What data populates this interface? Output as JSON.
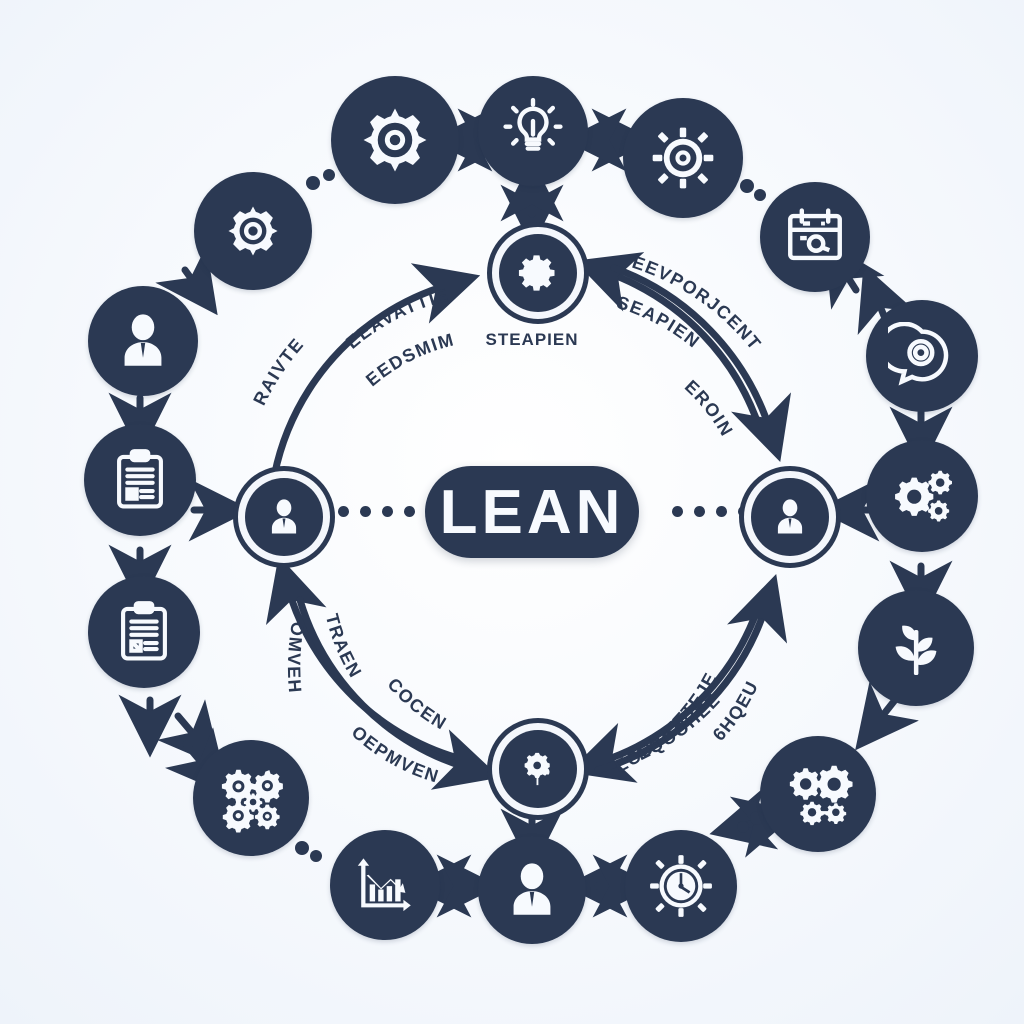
{
  "diagram": {
    "title_center": "LEAN",
    "background_color": "#f4f7fc",
    "accent_color": "#2b3953",
    "icon_color": "#f7fafe",
    "type": "circular-cycle-infographic"
  },
  "center": {
    "label": "LEAN"
  },
  "hub_nodes": [
    {
      "id": "hub-top",
      "icon": "gear-icon",
      "caption": "STEAPIEN"
    },
    {
      "id": "hub-left",
      "icon": "person-icon",
      "caption": ""
    },
    {
      "id": "hub-right",
      "icon": "person-icon",
      "caption": ""
    },
    {
      "id": "hub-bottom",
      "icon": "gear-leaf-icon",
      "caption": ""
    }
  ],
  "curve_labels": {
    "top_left_outer": "RAIVTE",
    "top_left_inner_upper": "EEAVATTIEN",
    "top_left_inner_lower": "EEDSMIMI",
    "top_right_outer": "EEVPORJCENT",
    "top_right_inner_upper": "SEAPIEN",
    "top_right_inner_lower": "EROIN",
    "bottom_left_outer": "OMVEH",
    "bottom_left_inner_upper": "TRAEN",
    "bottom_left_inner_mid": "COCEN",
    "bottom_left_inner_lower": "OEPMVEN",
    "bottom_right_outer": "EQOOHEE",
    "bottom_right_inner_upper": "ECOVIETTEJE",
    "bottom_right_inner_lower": "6HQEU"
  },
  "outer_nodes": [
    {
      "id": "outer-1",
      "icon": "gear-icon",
      "label": "gear"
    },
    {
      "id": "outer-2",
      "icon": "gear-icon",
      "label": "gear"
    },
    {
      "id": "outer-3",
      "icon": "lightbulb-icon",
      "label": "lightbulb"
    },
    {
      "id": "outer-4",
      "icon": "gear-cog-icon",
      "label": "cog"
    },
    {
      "id": "outer-5",
      "icon": "calendar-icon",
      "label": "calendar"
    },
    {
      "id": "outer-6",
      "icon": "search-bubble-icon",
      "label": "search-bubble"
    },
    {
      "id": "outer-7",
      "icon": "gears-cluster-icon",
      "label": "gears"
    },
    {
      "id": "outer-8",
      "icon": "plant-icon",
      "label": "plant"
    },
    {
      "id": "outer-9",
      "icon": "gears-network-icon",
      "label": "gears-network"
    },
    {
      "id": "outer-10",
      "icon": "clock-gear-icon",
      "label": "clock"
    },
    {
      "id": "outer-11",
      "icon": "person-icon",
      "label": "person"
    },
    {
      "id": "outer-12",
      "icon": "bar-chart-icon",
      "label": "chart"
    },
    {
      "id": "outer-13",
      "icon": "gears-cluster-icon",
      "label": "gears"
    },
    {
      "id": "outer-14",
      "icon": "clipboard-icon",
      "label": "clipboard"
    },
    {
      "id": "outer-15",
      "icon": "clipboard-icon",
      "label": "clipboard"
    },
    {
      "id": "outer-16",
      "icon": "person-icon",
      "label": "person"
    }
  ],
  "connector_dots": {
    "left_count": 4,
    "right_count": 4
  }
}
